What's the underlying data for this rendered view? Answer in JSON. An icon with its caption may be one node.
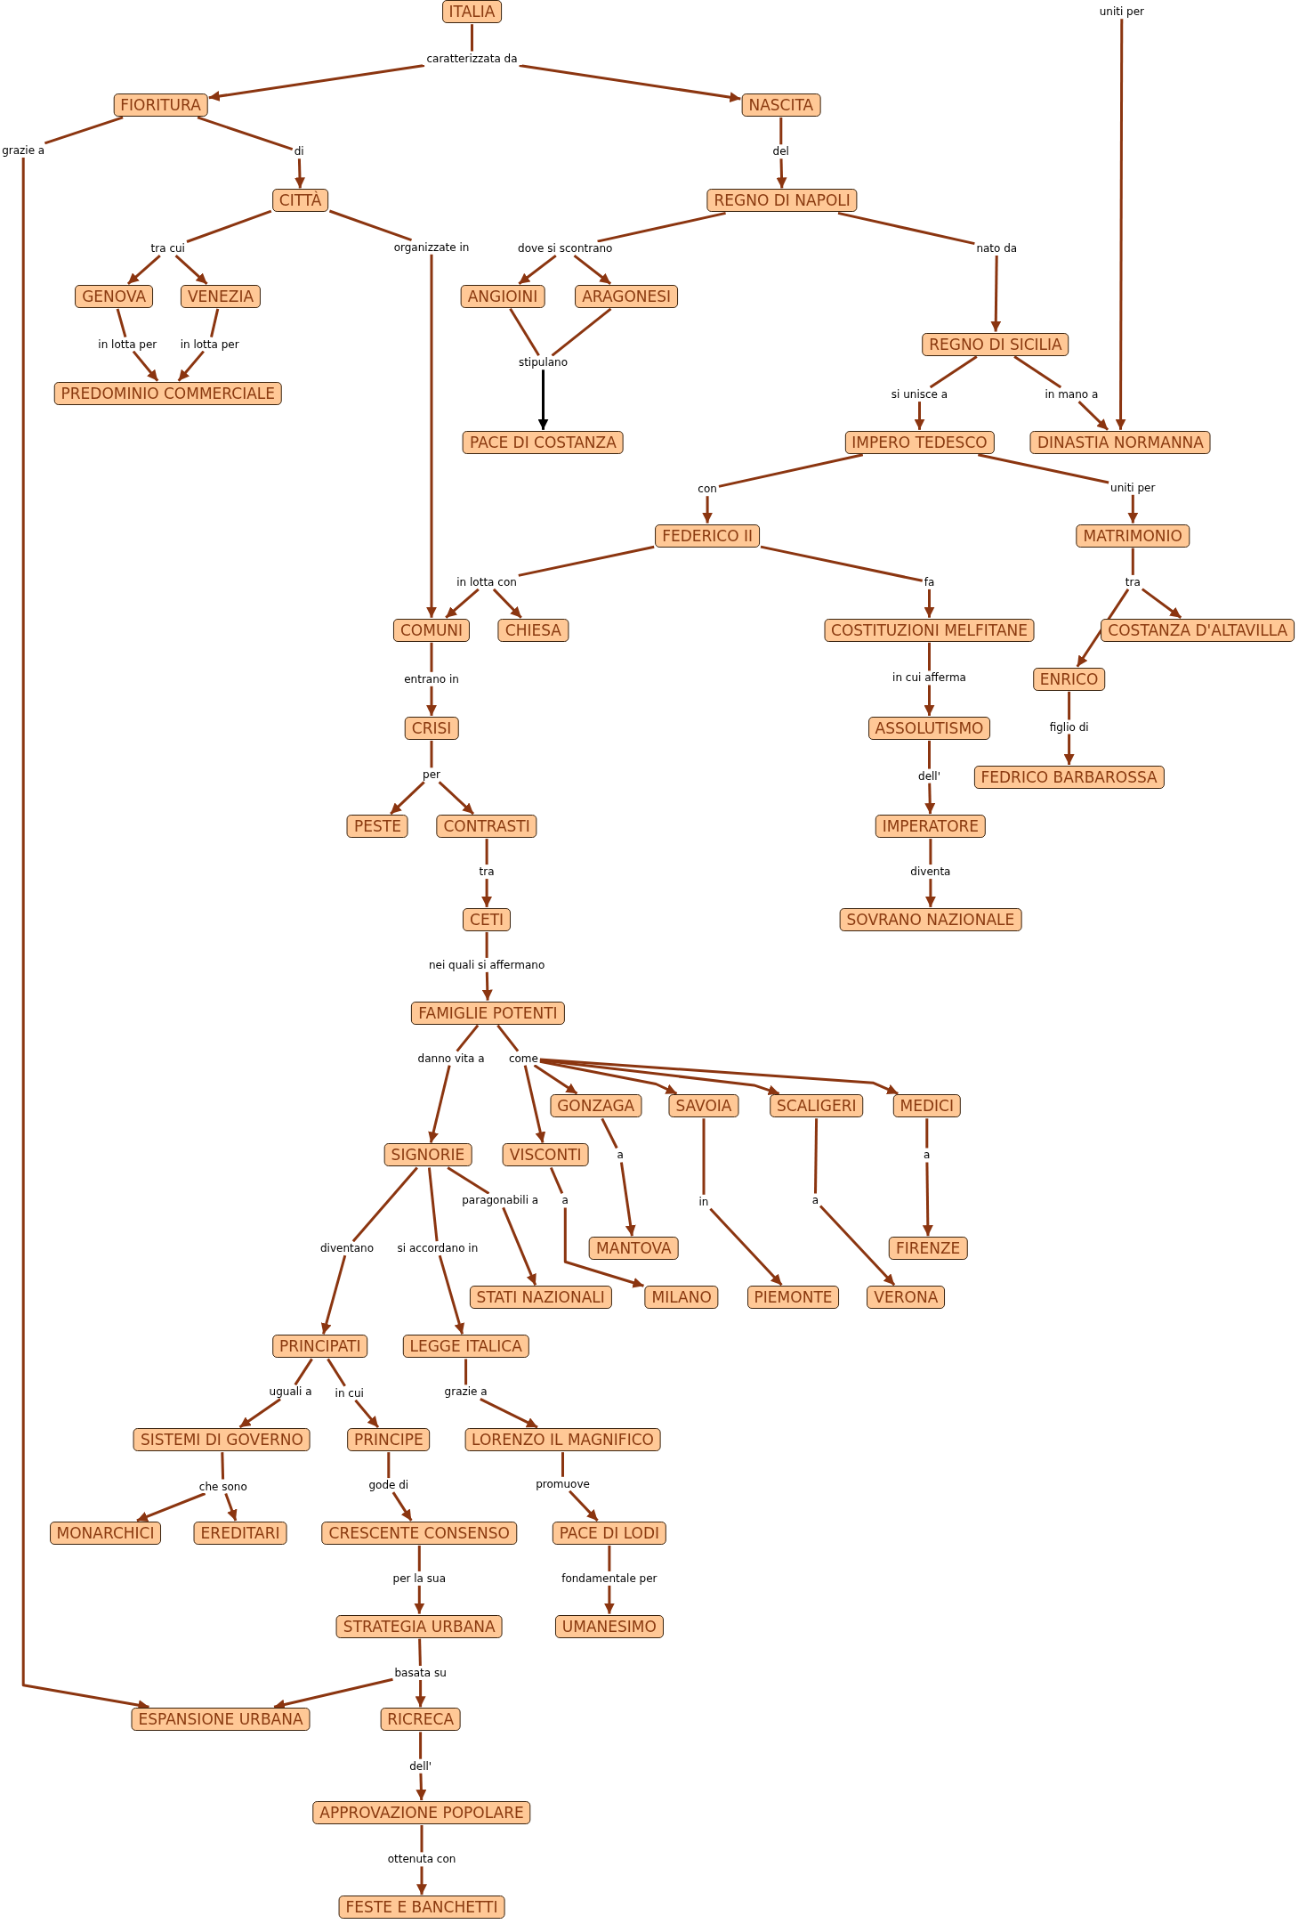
{
  "diagram": {
    "nodes": [
      {
        "text": [
          "ITALIA"
        ]
      },
      {
        "text": [
          "uniti per"
        ]
      },
      {
        "text": [
          "caratterizzata da"
        ]
      },
      {
        "text": [
          "FIORITURA"
        ]
      },
      {
        "text": [
          "NASCITA"
        ]
      },
      {
        "text": [
          "grazie a"
        ]
      },
      {
        "text": [
          "di"
        ]
      },
      {
        "text": [
          "del"
        ]
      },
      {
        "text": [
          "CITTÀ"
        ]
      },
      {
        "text": [
          "REGNO DI NAPOLI"
        ]
      },
      {
        "text": [
          "tra cui"
        ]
      },
      {
        "text": [
          "organizzate in"
        ]
      },
      {
        "text": [
          "dove si scontrano"
        ]
      },
      {
        "text": [
          "nato da"
        ]
      },
      {
        "text": [
          "GENOVA"
        ]
      },
      {
        "text": [
          "VENEZIA"
        ]
      },
      {
        "text": [
          "ANGIOINI"
        ]
      },
      {
        "text": [
          "ARAGONESI"
        ]
      },
      {
        "text": [
          "in lotta per"
        ]
      },
      {
        "text": [
          "in lotta per"
        ]
      },
      {
        "text": [
          "REGNO DI SICILIA"
        ]
      },
      {
        "text": [
          "stipulano"
        ]
      },
      {
        "text": [
          "PREDOMINIO COMMERCIALE"
        ]
      },
      {
        "text": [
          "si unisce a"
        ]
      },
      {
        "text": [
          "in mano a"
        ]
      },
      {
        "text": [
          "PACE DI COSTANZA"
        ]
      },
      {
        "text": [
          "IMPERO TEDESCO"
        ]
      },
      {
        "text": [
          "DINASTIA NORMANNA"
        ]
      },
      {
        "text": [
          "con"
        ]
      },
      {
        "text": [
          "uniti per"
        ]
      },
      {
        "text": [
          "FEDERICO II"
        ]
      },
      {
        "text": [
          "MATRIMONIO"
        ]
      },
      {
        "text": [
          "in lotta con"
        ]
      },
      {
        "text": [
          "fa"
        ]
      },
      {
        "text": [
          "tra"
        ]
      },
      {
        "text": [
          "COMUNI"
        ]
      },
      {
        "text": [
          "CHIESA"
        ]
      },
      {
        "text": [
          "COSTITUZIONI MELFITANE"
        ]
      },
      {
        "text": [
          "COSTANZA D'ALTAVILLA"
        ]
      },
      {
        "text": [
          "entrano in"
        ]
      },
      {
        "text": [
          "in cui afferma"
        ]
      },
      {
        "text": [
          "ENRICO"
        ]
      },
      {
        "text": [
          "CRISI"
        ]
      },
      {
        "text": [
          "ASSOLUTISMO"
        ]
      },
      {
        "text": [
          "figlio di"
        ]
      },
      {
        "text": [
          "per"
        ]
      },
      {
        "text": [
          "dell'"
        ]
      },
      {
        "text": [
          "FEDRICO BARBAROSSA"
        ]
      },
      {
        "text": [
          "PESTE"
        ]
      },
      {
        "text": [
          "CONTRASTI"
        ]
      },
      {
        "text": [
          "IMPERATORE"
        ]
      },
      {
        "text": [
          "tra"
        ]
      },
      {
        "text": [
          "diventa"
        ]
      },
      {
        "text": [
          "CETI"
        ]
      },
      {
        "text": [
          "SOVRANO NAZIONALE"
        ]
      },
      {
        "text": [
          "nei quali si affermano"
        ]
      },
      {
        "text": [
          "FAMIGLIE POTENTI"
        ]
      },
      {
        "text": [
          "danno vita a"
        ]
      },
      {
        "text": [
          "come"
        ]
      },
      {
        "text": [
          "GONZAGA"
        ]
      },
      {
        "text": [
          "SAVOIA"
        ]
      },
      {
        "text": [
          "SCALIGERI"
        ]
      },
      {
        "text": [
          "MEDICI"
        ]
      },
      {
        "text": [
          "SIGNORIE"
        ]
      },
      {
        "text": [
          "VISCONTI"
        ]
      },
      {
        "text": [
          "a"
        ]
      },
      {
        "text": [
          "a"
        ]
      },
      {
        "text": [
          "paragonabili a"
        ]
      },
      {
        "text": [
          "a"
        ]
      },
      {
        "text": [
          "in"
        ]
      },
      {
        "text": [
          "a"
        ]
      },
      {
        "text": [
          "diventano"
        ]
      },
      {
        "text": [
          "si accordano in"
        ]
      },
      {
        "text": [
          "MANTOVA"
        ]
      },
      {
        "text": [
          "FIRENZE"
        ]
      },
      {
        "text": [
          "STATI NAZIONALI"
        ]
      },
      {
        "text": [
          "MILANO"
        ]
      },
      {
        "text": [
          "PIEMONTE"
        ]
      },
      {
        "text": [
          "VERONA"
        ]
      },
      {
        "text": [
          "PRINCIPATI"
        ]
      },
      {
        "text": [
          "LEGGE ITALICA"
        ]
      },
      {
        "text": [
          "uguali a"
        ]
      },
      {
        "text": [
          "in cui"
        ]
      },
      {
        "text": [
          "grazie a"
        ]
      },
      {
        "text": [
          "SISTEMI DI GOVERNO"
        ]
      },
      {
        "text": [
          "PRINCIPE"
        ]
      },
      {
        "text": [
          "LORENZO IL MAGNIFICO"
        ]
      },
      {
        "text": [
          "che sono"
        ]
      },
      {
        "text": [
          "gode di"
        ]
      },
      {
        "text": [
          "promuove"
        ]
      },
      {
        "text": [
          "MONARCHICI"
        ]
      },
      {
        "text": [
          "EREDITARI"
        ]
      },
      {
        "text": [
          "CRESCENTE CONSENSO"
        ]
      },
      {
        "text": [
          "PACE DI LODI"
        ]
      },
      {
        "text": [
          "per la sua"
        ]
      },
      {
        "text": [
          "fondamentale per"
        ]
      },
      {
        "text": [
          "STRATEGIA URBANA"
        ]
      },
      {
        "text": [
          "UMANESIMO"
        ]
      },
      {
        "text": [
          "basata su"
        ]
      },
      {
        "text": [
          "ESPANSIONE URBANA"
        ]
      },
      {
        "text": [
          "RICRECA"
        ]
      },
      {
        "text": [
          "dell'"
        ]
      },
      {
        "text": [
          "APPROVAZIONE POPOLARE"
        ]
      },
      {
        "text": [
          "ottenuta con"
        ]
      },
      {
        "text": [
          "FESTE E BANCHETTI"
        ]
      }
    ],
    "edges": [
      {
        "from": 0,
        "to": 2,
        "arrow": "none"
      },
      {
        "from": 2,
        "to": 3,
        "arrow": "to"
      },
      {
        "from": 2,
        "to": 4,
        "arrow": "to"
      },
      {
        "from": 3,
        "to": 5,
        "arrow": "none"
      },
      {
        "from": 5,
        "to": 99,
        "arrow": "to"
      },
      {
        "from": 3,
        "to": 6,
        "arrow": "none"
      },
      {
        "from": 6,
        "to": 8,
        "arrow": "to"
      },
      {
        "from": 4,
        "to": 7,
        "arrow": "none"
      },
      {
        "from": 7,
        "to": 9,
        "arrow": "to"
      },
      {
        "from": 8,
        "to": 10,
        "arrow": "none"
      },
      {
        "from": 10,
        "to": 14,
        "arrow": "to"
      },
      {
        "from": 10,
        "to": 15,
        "arrow": "to"
      },
      {
        "from": 8,
        "to": 11,
        "arrow": "none"
      },
      {
        "from": 11,
        "to": 35,
        "arrow": "to"
      },
      {
        "from": 9,
        "to": 12,
        "arrow": "none"
      },
      {
        "from": 12,
        "to": 16,
        "arrow": "to"
      },
      {
        "from": 12,
        "to": 17,
        "arrow": "to"
      },
      {
        "from": 9,
        "to": 13,
        "arrow": "none"
      },
      {
        "from": 13,
        "to": 20,
        "arrow": "to"
      },
      {
        "from": 14,
        "to": 18,
        "arrow": "none"
      },
      {
        "from": 18,
        "to": 22,
        "arrow": "to"
      },
      {
        "from": 15,
        "to": 19,
        "arrow": "none"
      },
      {
        "from": 19,
        "to": 22,
        "arrow": "to"
      },
      {
        "from": 16,
        "to": 21,
        "arrow": "none"
      },
      {
        "from": 17,
        "to": 21,
        "arrow": "none"
      },
      {
        "from": 21,
        "to": 25,
        "arrow": "to",
        "color": "#000000"
      },
      {
        "from": 20,
        "to": 23,
        "arrow": "none"
      },
      {
        "from": 23,
        "to": 26,
        "arrow": "to"
      },
      {
        "from": 20,
        "to": 24,
        "arrow": "none"
      },
      {
        "from": 24,
        "to": 27,
        "arrow": "to"
      },
      {
        "from": 1,
        "to": 27,
        "arrow": "to"
      },
      {
        "from": 26,
        "to": 28,
        "arrow": "none"
      },
      {
        "from": 28,
        "to": 30,
        "arrow": "to"
      },
      {
        "from": 26,
        "to": 29,
        "arrow": "none"
      },
      {
        "from": 29,
        "to": 31,
        "arrow": "to"
      },
      {
        "from": 30,
        "to": 32,
        "arrow": "none"
      },
      {
        "from": 32,
        "to": 35,
        "arrow": "to"
      },
      {
        "from": 32,
        "to": 36,
        "arrow": "to"
      },
      {
        "from": 30,
        "to": 33,
        "arrow": "none"
      },
      {
        "from": 33,
        "to": 37,
        "arrow": "to"
      },
      {
        "from": 31,
        "to": 34,
        "arrow": "none"
      },
      {
        "from": 34,
        "to": 41,
        "arrow": "to"
      },
      {
        "from": 34,
        "to": 38,
        "arrow": "to"
      },
      {
        "from": 35,
        "to": 39,
        "arrow": "none"
      },
      {
        "from": 39,
        "to": 42,
        "arrow": "to"
      },
      {
        "from": 37,
        "to": 40,
        "arrow": "none"
      },
      {
        "from": 40,
        "to": 43,
        "arrow": "to"
      },
      {
        "from": 41,
        "to": 44,
        "arrow": "none"
      },
      {
        "from": 44,
        "to": 47,
        "arrow": "to"
      },
      {
        "from": 42,
        "to": 45,
        "arrow": "none"
      },
      {
        "from": 45,
        "to": 48,
        "arrow": "to"
      },
      {
        "from": 45,
        "to": 49,
        "arrow": "to"
      },
      {
        "from": 43,
        "to": 46,
        "arrow": "none"
      },
      {
        "from": 46,
        "to": 50,
        "arrow": "to"
      },
      {
        "from": 49,
        "to": 51,
        "arrow": "none"
      },
      {
        "from": 51,
        "to": 53,
        "arrow": "to"
      },
      {
        "from": 50,
        "to": 52,
        "arrow": "none"
      },
      {
        "from": 52,
        "to": 54,
        "arrow": "to"
      },
      {
        "from": 53,
        "to": 55,
        "arrow": "none"
      },
      {
        "from": 55,
        "to": 56,
        "arrow": "to"
      },
      {
        "from": 56,
        "to": 57,
        "arrow": "none"
      },
      {
        "from": 57,
        "to": 63,
        "arrow": "to"
      },
      {
        "from": 56,
        "to": 58,
        "arrow": "none"
      },
      {
        "from": 58,
        "to": 64,
        "arrow": "to"
      },
      {
        "from": 58,
        "to": 59,
        "arrow": "to"
      },
      {
        "from": 58,
        "to": 60,
        "arrow": "to"
      },
      {
        "from": 58,
        "to": 61,
        "arrow": "to"
      },
      {
        "from": 58,
        "to": 62,
        "arrow": "to"
      },
      {
        "from": 59,
        "to": 65,
        "arrow": "none"
      },
      {
        "from": 65,
        "to": 73,
        "arrow": "to"
      },
      {
        "from": 62,
        "to": 66,
        "arrow": "none"
      },
      {
        "from": 66,
        "to": 74,
        "arrow": "to"
      },
      {
        "from": 63,
        "to": 67,
        "arrow": "none"
      },
      {
        "from": 67,
        "to": 75,
        "arrow": "to"
      },
      {
        "from": 64,
        "to": 68,
        "arrow": "none"
      },
      {
        "from": 68,
        "to": 76,
        "arrow": "to"
      },
      {
        "from": 60,
        "to": 69,
        "arrow": "none"
      },
      {
        "from": 69,
        "to": 77,
        "arrow": "to"
      },
      {
        "from": 61,
        "to": 70,
        "arrow": "none"
      },
      {
        "from": 70,
        "to": 78,
        "arrow": "to"
      },
      {
        "from": 63,
        "to": 71,
        "arrow": "none"
      },
      {
        "from": 71,
        "to": 79,
        "arrow": "to"
      },
      {
        "from": 63,
        "to": 72,
        "arrow": "none"
      },
      {
        "from": 72,
        "to": 80,
        "arrow": "to"
      },
      {
        "from": 79,
        "to": 81,
        "arrow": "none"
      },
      {
        "from": 81,
        "to": 84,
        "arrow": "to"
      },
      {
        "from": 79,
        "to": 82,
        "arrow": "none"
      },
      {
        "from": 82,
        "to": 85,
        "arrow": "to"
      },
      {
        "from": 80,
        "to": 83,
        "arrow": "none"
      },
      {
        "from": 83,
        "to": 86,
        "arrow": "to"
      },
      {
        "from": 84,
        "to": 87,
        "arrow": "none"
      },
      {
        "from": 87,
        "to": 90,
        "arrow": "to"
      },
      {
        "from": 87,
        "to": 91,
        "arrow": "to"
      },
      {
        "from": 85,
        "to": 88,
        "arrow": "none"
      },
      {
        "from": 88,
        "to": 92,
        "arrow": "to"
      },
      {
        "from": 86,
        "to": 89,
        "arrow": "none"
      },
      {
        "from": 89,
        "to": 93,
        "arrow": "to"
      },
      {
        "from": 92,
        "to": 94,
        "arrow": "none"
      },
      {
        "from": 94,
        "to": 96,
        "arrow": "to"
      },
      {
        "from": 93,
        "to": 95,
        "arrow": "none"
      },
      {
        "from": 95,
        "to": 97,
        "arrow": "to"
      },
      {
        "from": 96,
        "to": 98,
        "arrow": "none"
      },
      {
        "from": 98,
        "to": 99,
        "arrow": "to"
      },
      {
        "from": 98,
        "to": 100,
        "arrow": "to"
      },
      {
        "from": 100,
        "to": 101,
        "arrow": "none"
      },
      {
        "from": 101,
        "to": 102,
        "arrow": "to"
      },
      {
        "from": 102,
        "to": 103,
        "arrow": "none"
      },
      {
        "from": 103,
        "to": 104,
        "arrow": "to"
      }
    ]
  }
}
